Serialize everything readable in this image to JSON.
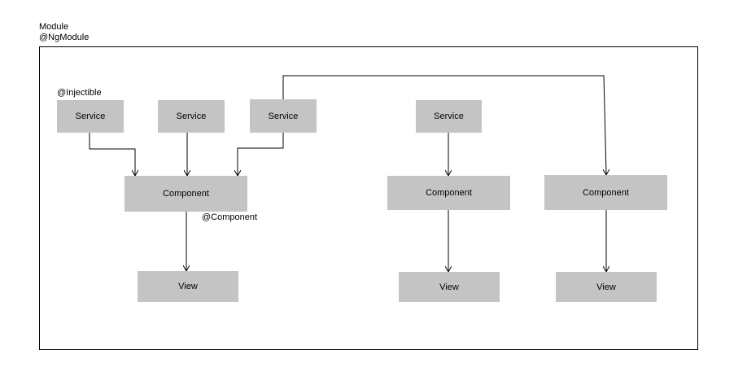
{
  "module": {
    "title": "Module",
    "decorator": "@NgModule"
  },
  "annotations": {
    "injectible": "@Injectible",
    "component": "@Component"
  },
  "nodes": {
    "service_1": "Service",
    "service_2": "Service",
    "service_3": "Service",
    "service_4": "Service",
    "component_1": "Component",
    "component_2": "Component",
    "component_3": "Component",
    "view_1": "View",
    "view_2": "View",
    "view_3": "View"
  },
  "colors": {
    "node_fill": "#c4c4c4",
    "line": "#000000",
    "background": "#ffffff"
  }
}
